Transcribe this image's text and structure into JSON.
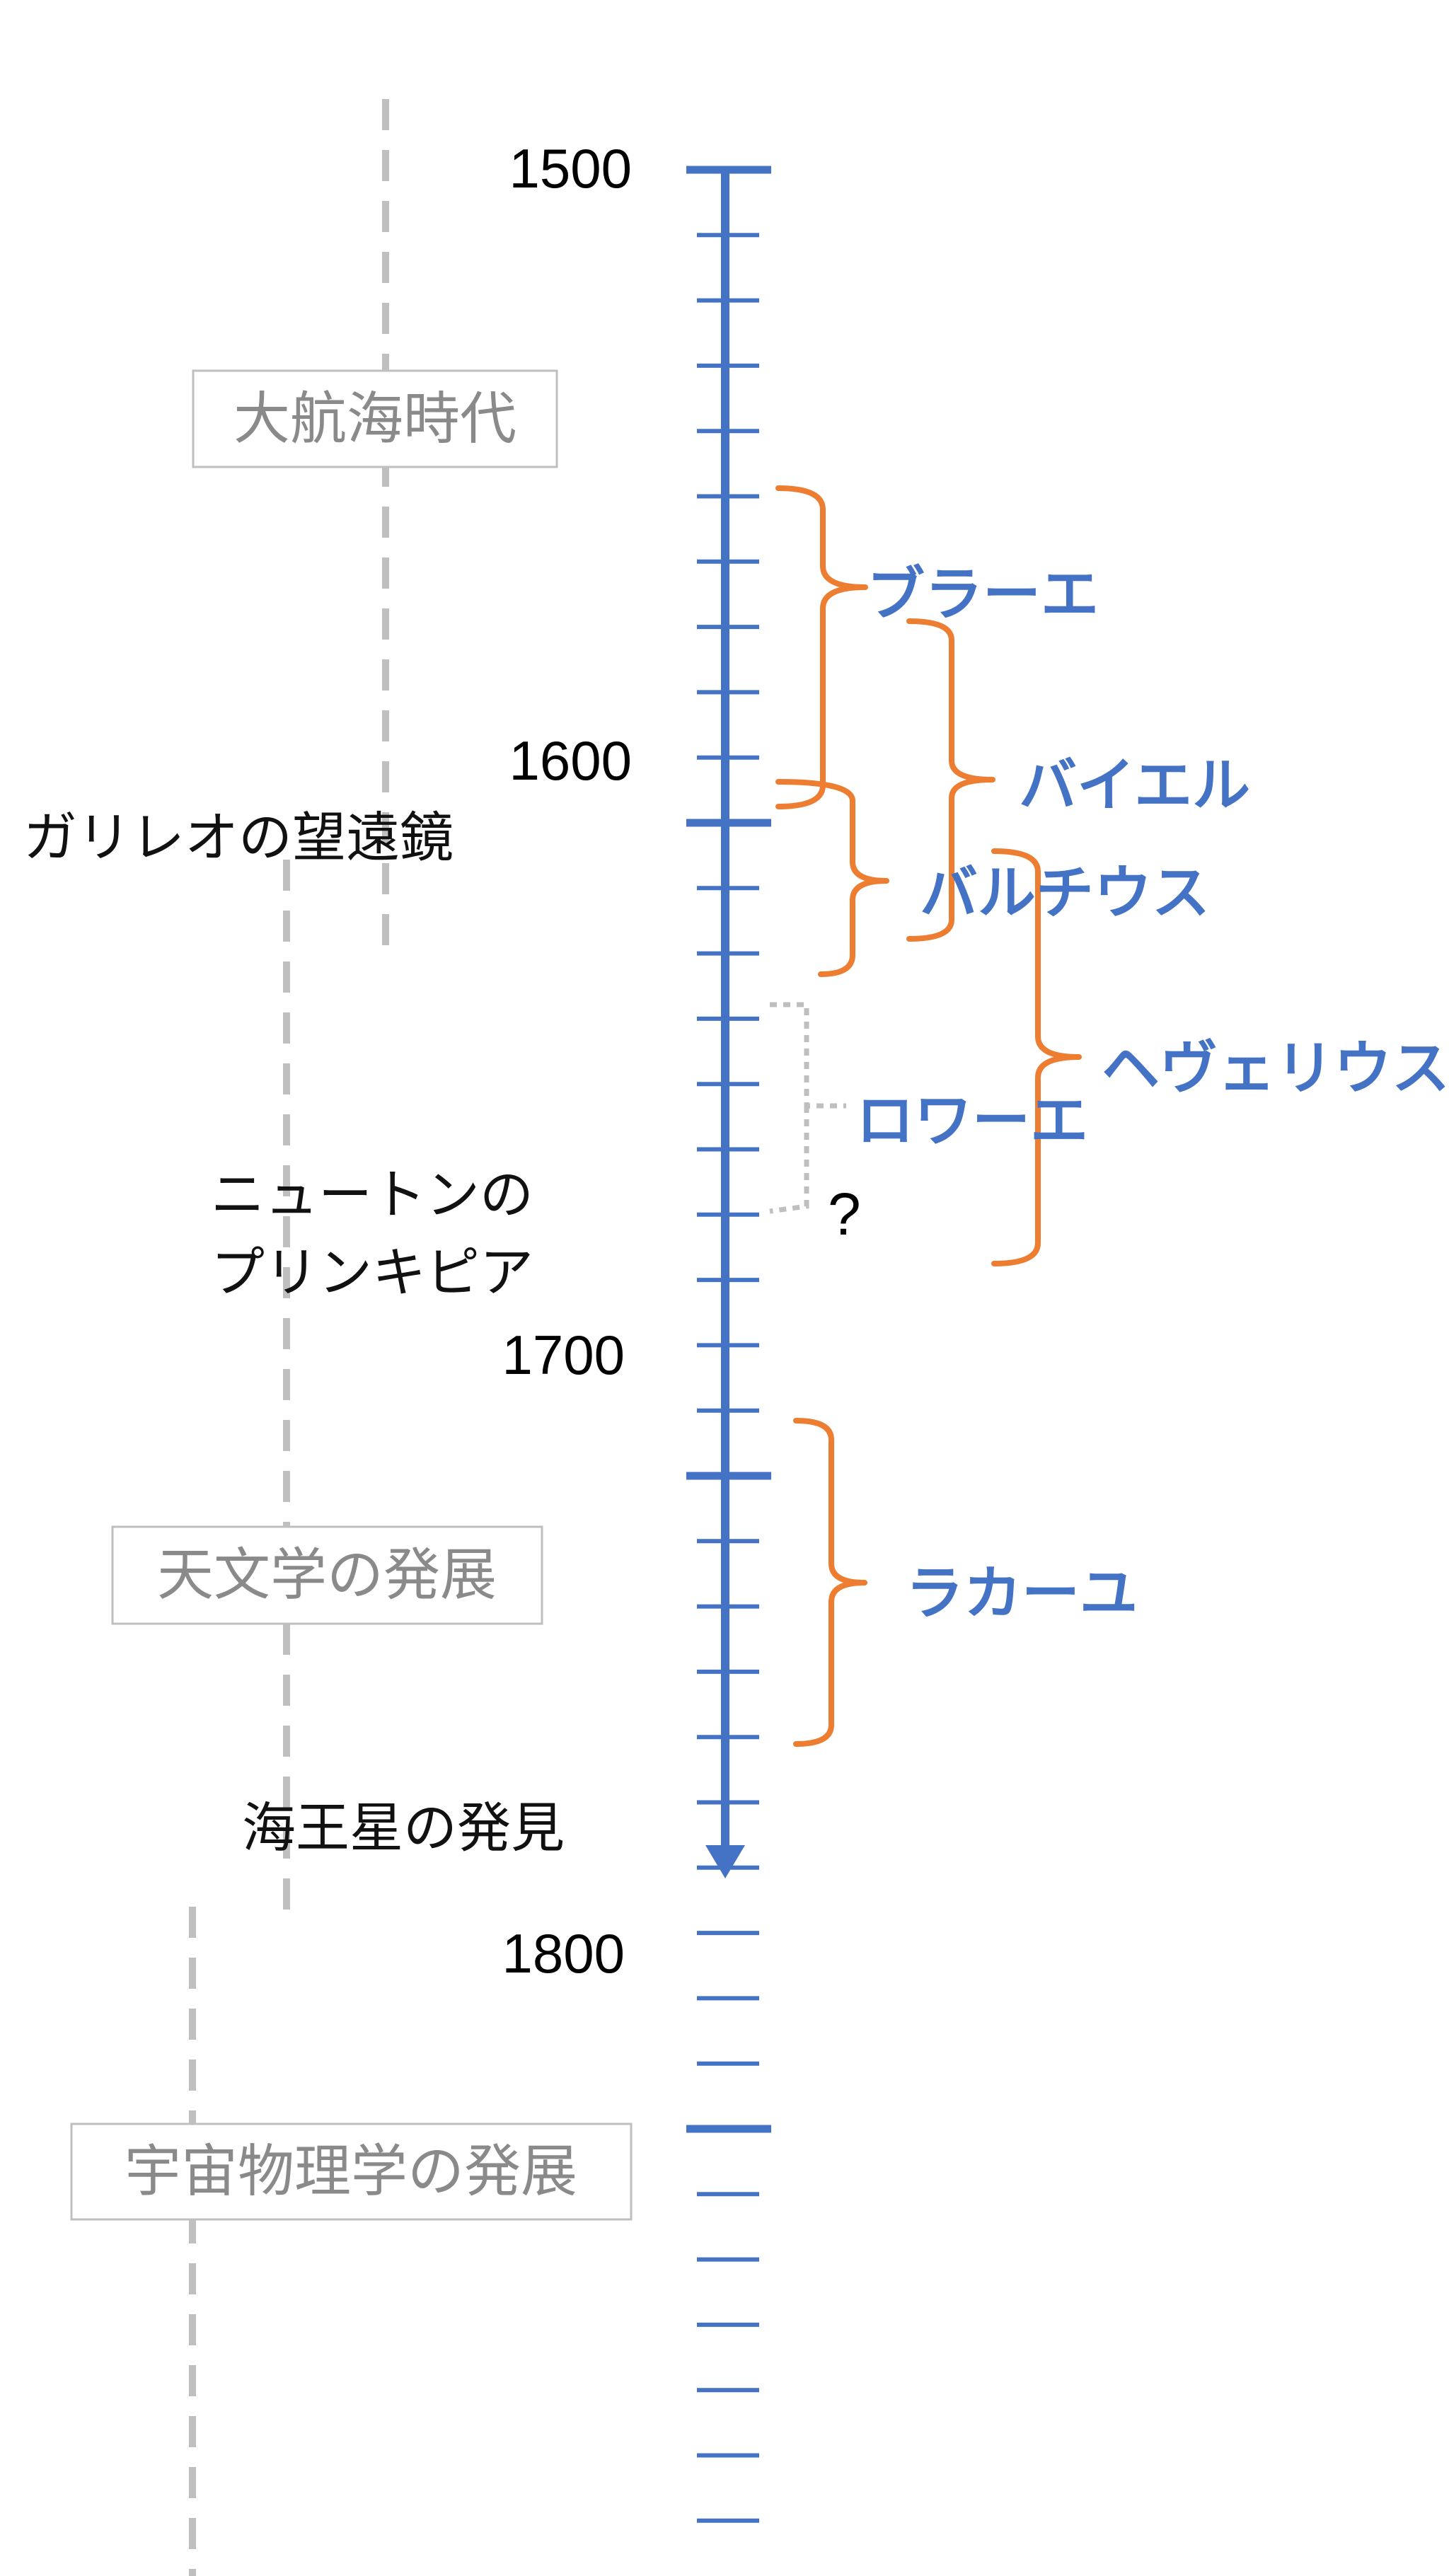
{
  "timeline": {
    "years": [
      "1500",
      "1600",
      "1700",
      "1800"
    ],
    "axis_color": "#4472c4"
  },
  "eras": [
    {
      "label": "大航海時代"
    },
    {
      "label": "天文学の発展"
    },
    {
      "label": "宇宙物理学の発展"
    }
  ],
  "events": [
    {
      "label": "ガリレオの望遠鏡"
    },
    {
      "lines": [
        "ニュートンの",
        "プリンキピア"
      ]
    },
    {
      "label": "海王星の発見"
    }
  ],
  "people": [
    {
      "name": "ブラーエ"
    },
    {
      "name": "バイエル"
    },
    {
      "name": "バルチウス"
    },
    {
      "name": "ヘヴェリウス"
    },
    {
      "name": "ロワーエ"
    },
    {
      "name": "ラカーユ"
    }
  ],
  "unknown_marker": "?",
  "colors": {
    "axis": "#4472c4",
    "bracket": "#ed7d31",
    "person_text": "#4472c4",
    "era_text": "#8a8a8a",
    "era_line": "#bfbfbf",
    "dotted_bracket": "#bfbfbf"
  }
}
